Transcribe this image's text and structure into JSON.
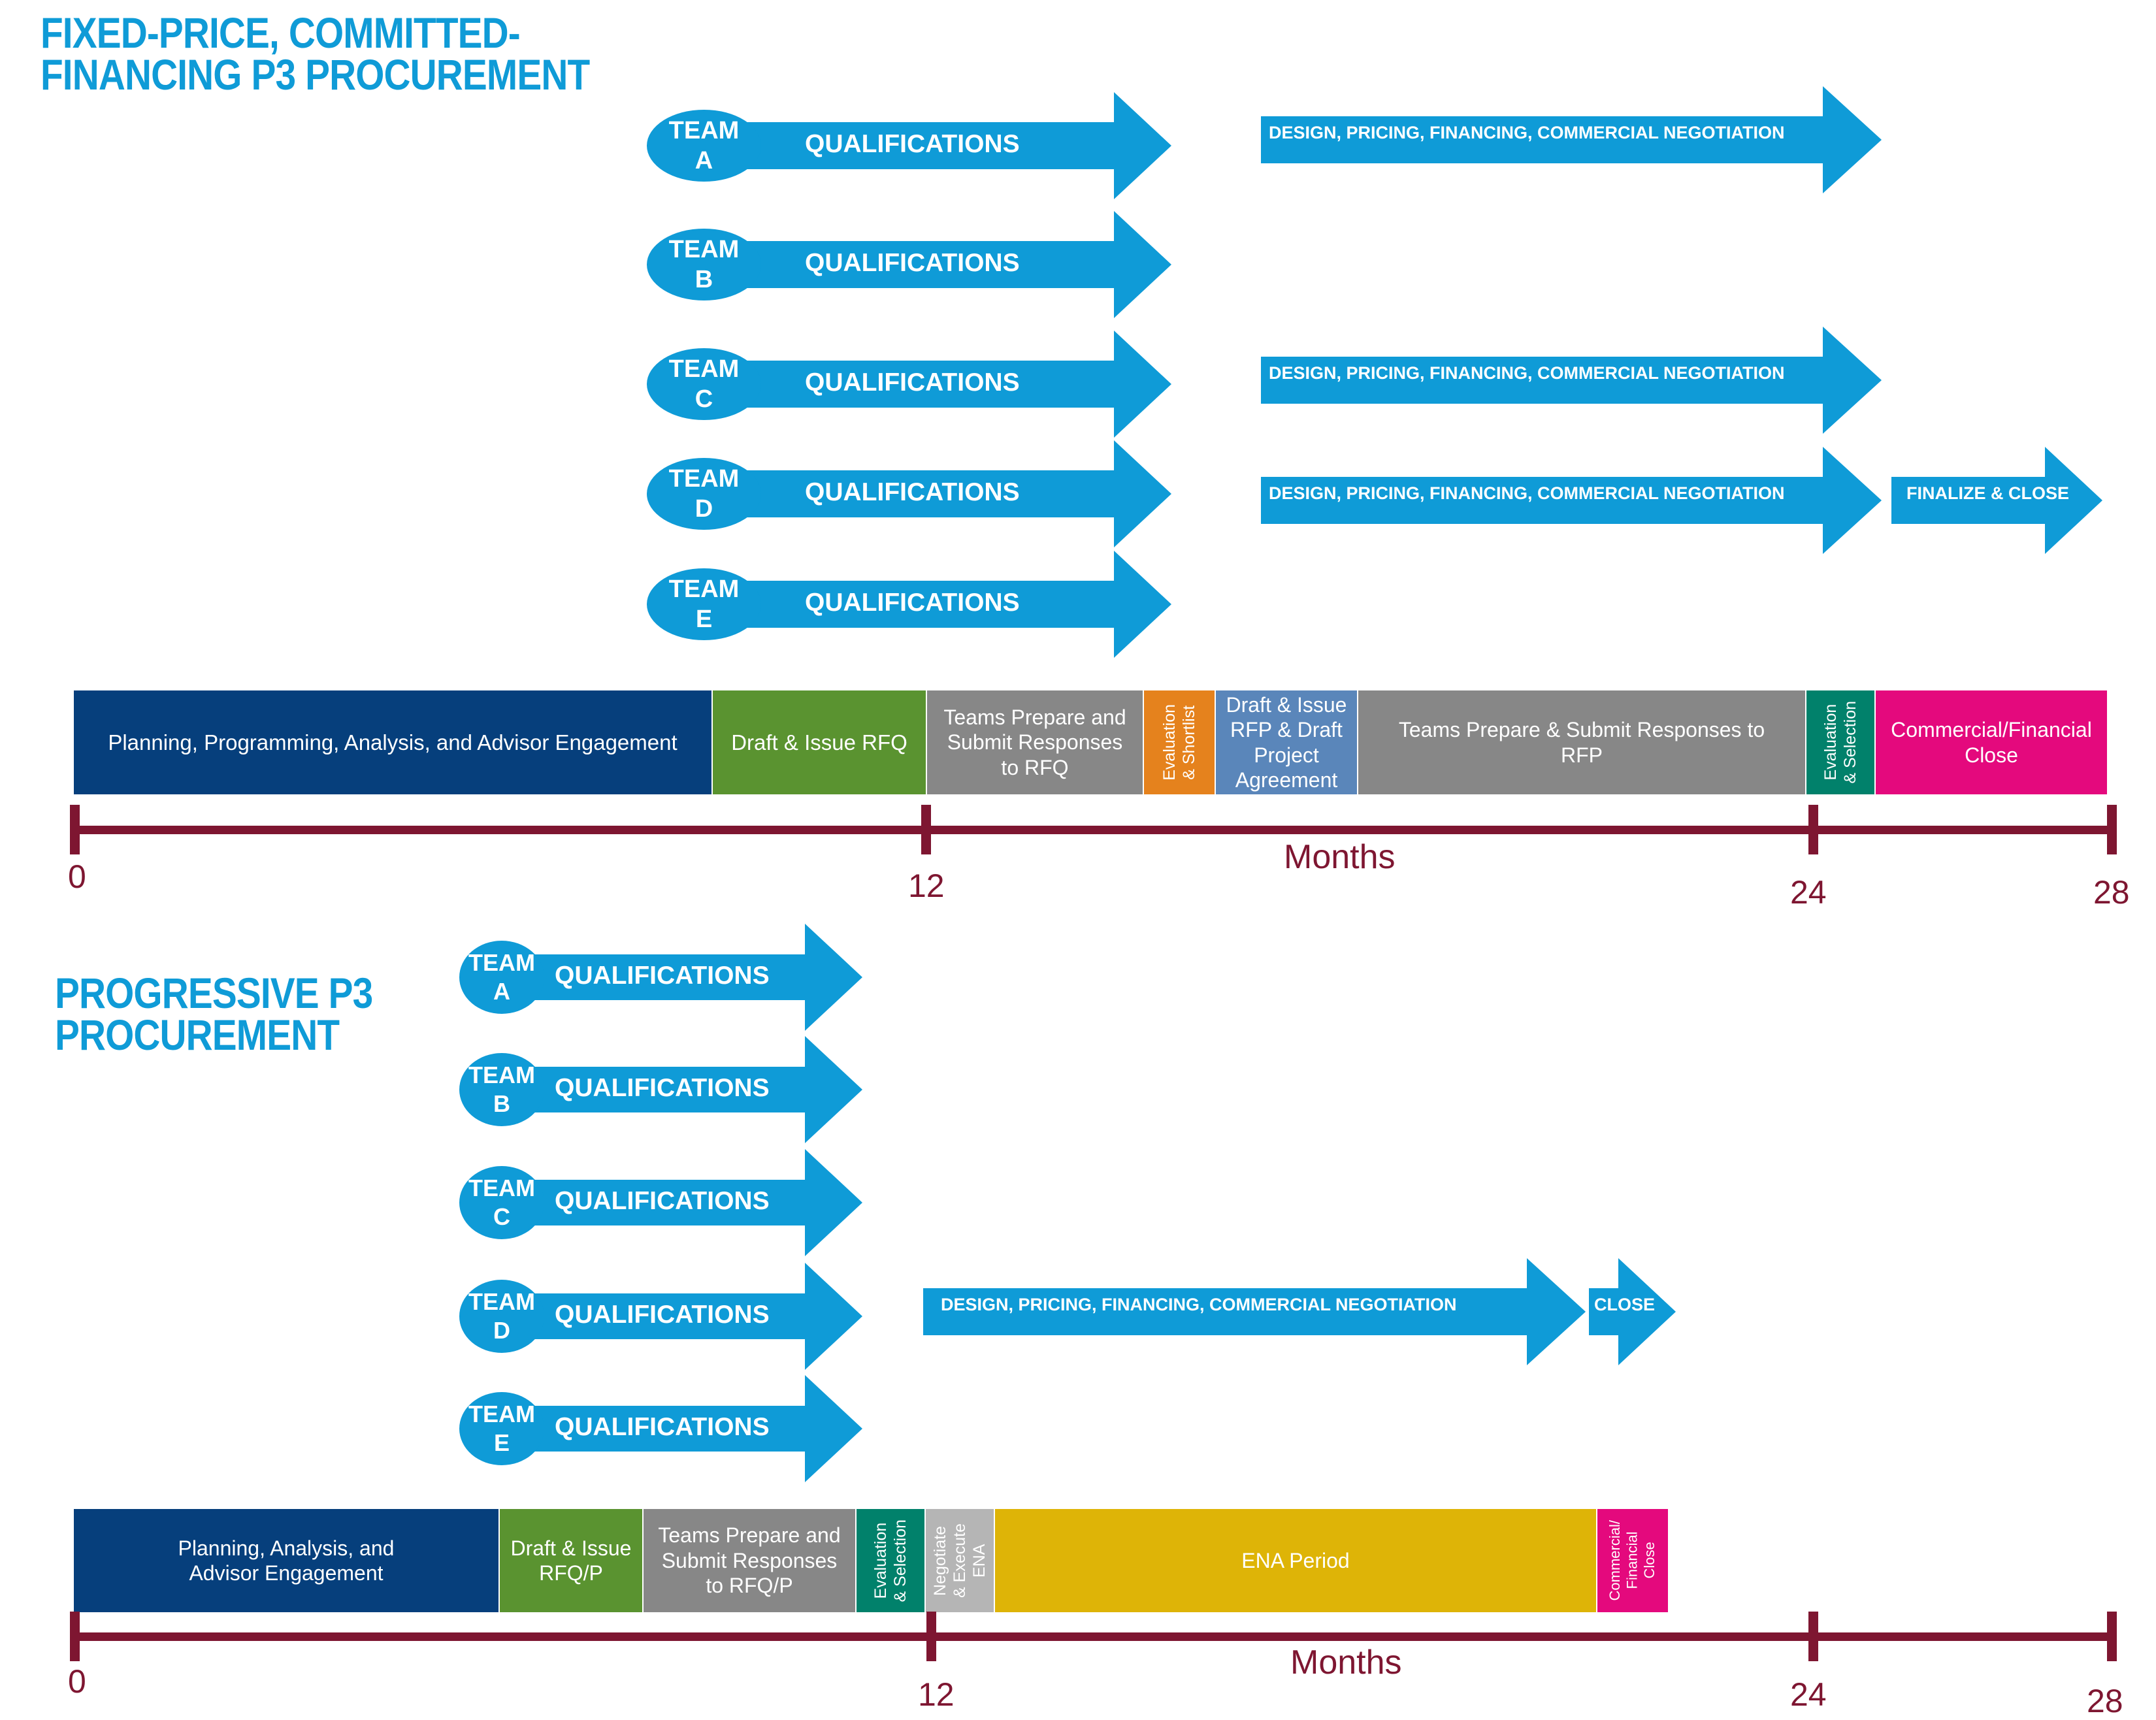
{
  "colors": {
    "blue": "#0f9bd7",
    "axis": "#7e1631",
    "navy": "#063f7c",
    "green": "#5a9330",
    "gray": "#878787",
    "orange": "#e5821d",
    "steel": "#5a86ba",
    "teal": "#01816b",
    "magenta": "#e4097d",
    "lightgray": "#b5b5b5",
    "gold": "#deb407"
  },
  "top": {
    "title_line1": "FIXED-PRICE, COMMITTED-",
    "title_line2": "FINANCING P3 PROCUREMENT",
    "teams": [
      {
        "team": "TEAM",
        "letter": "A",
        "qual": "QUALIFICATIONS"
      },
      {
        "team": "TEAM",
        "letter": "B",
        "qual": "QUALIFICATIONS"
      },
      {
        "team": "TEAM",
        "letter": "C",
        "qual": "QUALIFICATIONS"
      },
      {
        "team": "TEAM",
        "letter": "D",
        "qual": "QUALIFICATIONS"
      },
      {
        "team": "TEAM",
        "letter": "E",
        "qual": "QUALIFICATIONS"
      }
    ],
    "negotiation_label": "DESIGN, PRICING, FINANCING, COMMERCIAL NEGOTIATION",
    "finalize_label": "FINALIZE & CLOSE",
    "phases": [
      {
        "label": "Planning, Programming, Analysis, and Advisor Engagement",
        "color": "navy"
      },
      {
        "label": "Draft & Issue RFQ",
        "color": "green"
      },
      {
        "label": "Teams Prepare and\nSubmit Responses\nto RFQ",
        "color": "gray"
      },
      {
        "label": "Evaluation\n& Shortlist",
        "color": "orange"
      },
      {
        "label": "Draft & Issue\nRFP & Draft\nProject\nAgreement",
        "color": "steel"
      },
      {
        "label": "Teams Prepare & Submit Responses to\nRFP",
        "color": "gray"
      },
      {
        "label": "Evaluation\n& Selection",
        "color": "teal"
      },
      {
        "label": "Commercial/Financial\nClose",
        "color": "magenta"
      }
    ],
    "axis": {
      "ticks": [
        "0",
        "12",
        "24",
        "28"
      ],
      "label": "Months"
    }
  },
  "bottom": {
    "title_line1": "PROGRESSIVE P3",
    "title_line2": "PROCUREMENT",
    "teams": [
      {
        "team": "TEAM",
        "letter": "A",
        "qual": "QUALIFICATIONS"
      },
      {
        "team": "TEAM",
        "letter": "B",
        "qual": "QUALIFICATIONS"
      },
      {
        "team": "TEAM",
        "letter": "C",
        "qual": "QUALIFICATIONS"
      },
      {
        "team": "TEAM",
        "letter": "D",
        "qual": "QUALIFICATIONS"
      },
      {
        "team": "TEAM",
        "letter": "E",
        "qual": "QUALIFICATIONS"
      }
    ],
    "negotiation_label": "DESIGN, PRICING, FINANCING, COMMERCIAL NEGOTIATION",
    "close_label": "CLOSE",
    "phases": [
      {
        "label": "Planning, Analysis, and\nAdvisor Engagement",
        "color": "navy"
      },
      {
        "label": "Draft & Issue\nRFQ/P",
        "color": "green"
      },
      {
        "label": "Teams Prepare and\nSubmit Responses\nto RFQ/P",
        "color": "gray"
      },
      {
        "label": "Evaluation\n& Selection",
        "color": "teal"
      },
      {
        "label": "Negotiate\n& Execute\nENA",
        "color": "lightgray"
      },
      {
        "label": "ENA Period",
        "color": "gold"
      },
      {
        "label": "Commercial/\nFinancial\nClose",
        "color": "magenta"
      }
    ],
    "axis": {
      "ticks": [
        "0",
        "12",
        "24",
        "28"
      ],
      "label": "Months"
    }
  }
}
